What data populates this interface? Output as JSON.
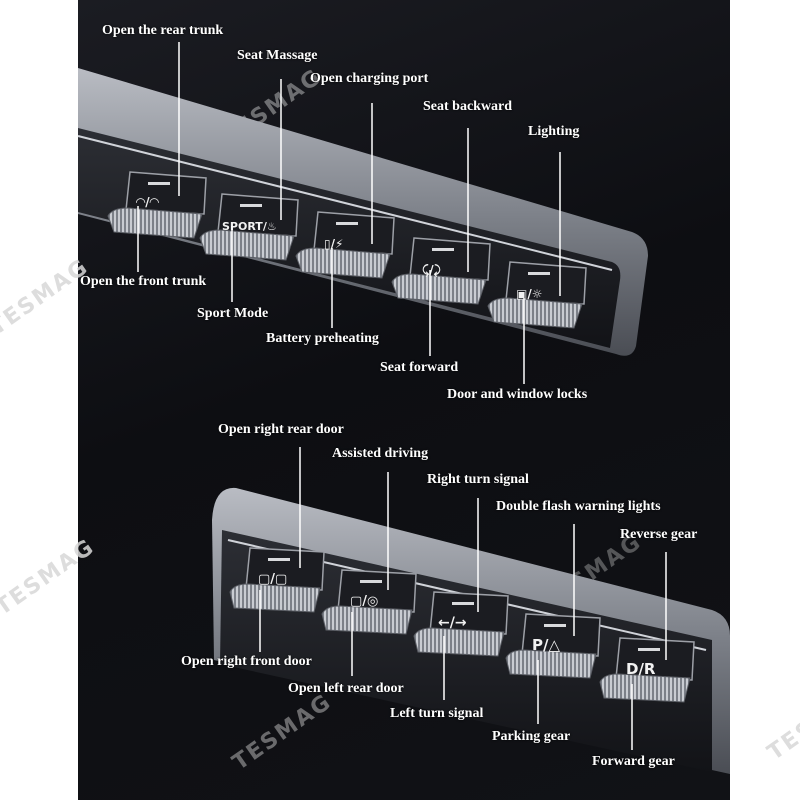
{
  "watermark": "TESMAG",
  "top_bar": {
    "callouts_above": [
      "Open the rear trunk",
      "Seat Massage",
      "Open charging port",
      "Seat backward",
      "Lighting"
    ],
    "callouts_below": [
      "Open the front trunk",
      "Sport Mode",
      "Battery preheating",
      "Seat forward",
      "Door and window locks"
    ],
    "button_symbols": [
      "⌂/⌂",
      "SPORT/♨",
      "🔋/⚡",
      "⤹/⤸",
      "🔒/☼"
    ]
  },
  "bottom_bar": {
    "callouts_above": [
      "Open right rear door",
      "Assisted driving",
      "Right turn signal",
      "Double flash warning lights",
      "Reverse gear"
    ],
    "callouts_below": [
      "Open right front door",
      "Open left rear door",
      "Left turn signal",
      "Parking gear",
      "Forward gear"
    ],
    "button_symbols": [
      "▢/▢",
      "▢/◎",
      "←/→",
      "P/△",
      "D/R"
    ]
  }
}
